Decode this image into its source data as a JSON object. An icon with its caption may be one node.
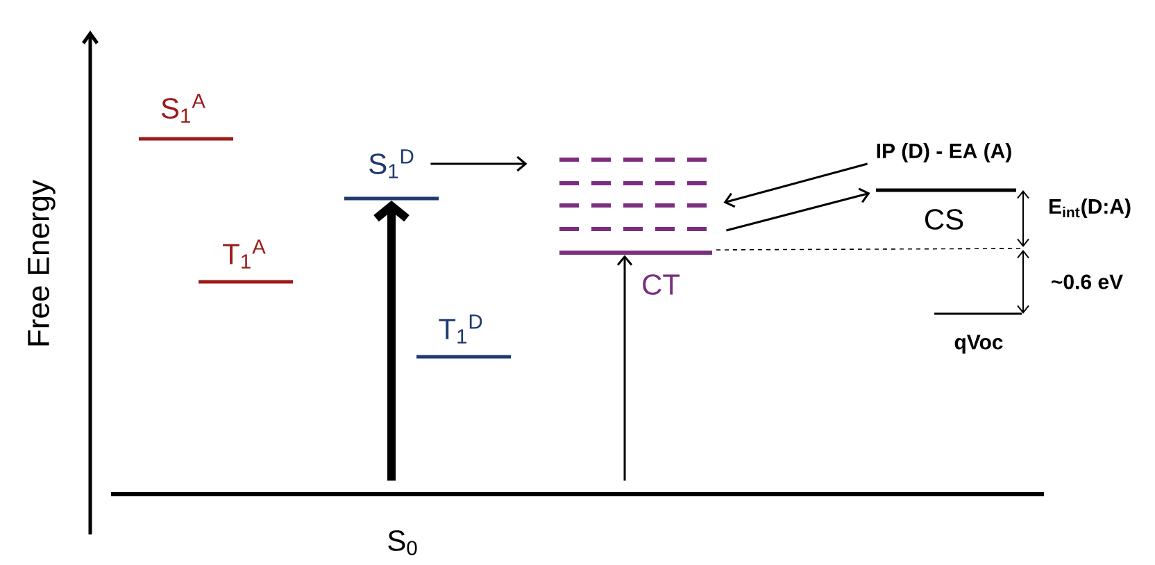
{
  "diagram": {
    "nodes": [
      {
        "text": [
          "S$_{0}$"
        ]
      },
      {
        "text": [
          "S$_{1}$$^{A}$"
        ]
      },
      {
        "text": [
          "T$_{1}$$^{A}$"
        ]
      },
      {
        "text": [
          "S$_{1}$$^{D}$"
        ]
      },
      {
        "text": [
          "T$_{1}$$^{D}$"
        ]
      },
      {
        "text": [
          "CT"
        ]
      },
      {
        "text": [
          "IP (D) - EA (A)",
          "CS"
        ]
      },
      {
        "text": [
          "qVoc"
        ]
      }
    ],
    "edges": [
      {
        "from": 0,
        "to": 3,
        "arrow": "to",
        "style": "thick"
      },
      {
        "from": 0,
        "to": 5,
        "arrow": "to"
      },
      {
        "from": 3,
        "to": 5,
        "arrow": "to"
      },
      {
        "from": 6,
        "to": 5,
        "arrow": "to"
      },
      {
        "from": 5,
        "to": 6,
        "arrow": "to"
      }
    ],
    "labels": [
      "Free Energy",
      "E$_{int}$(D:A)",
      "~0.6 eV"
    ]
  }
}
